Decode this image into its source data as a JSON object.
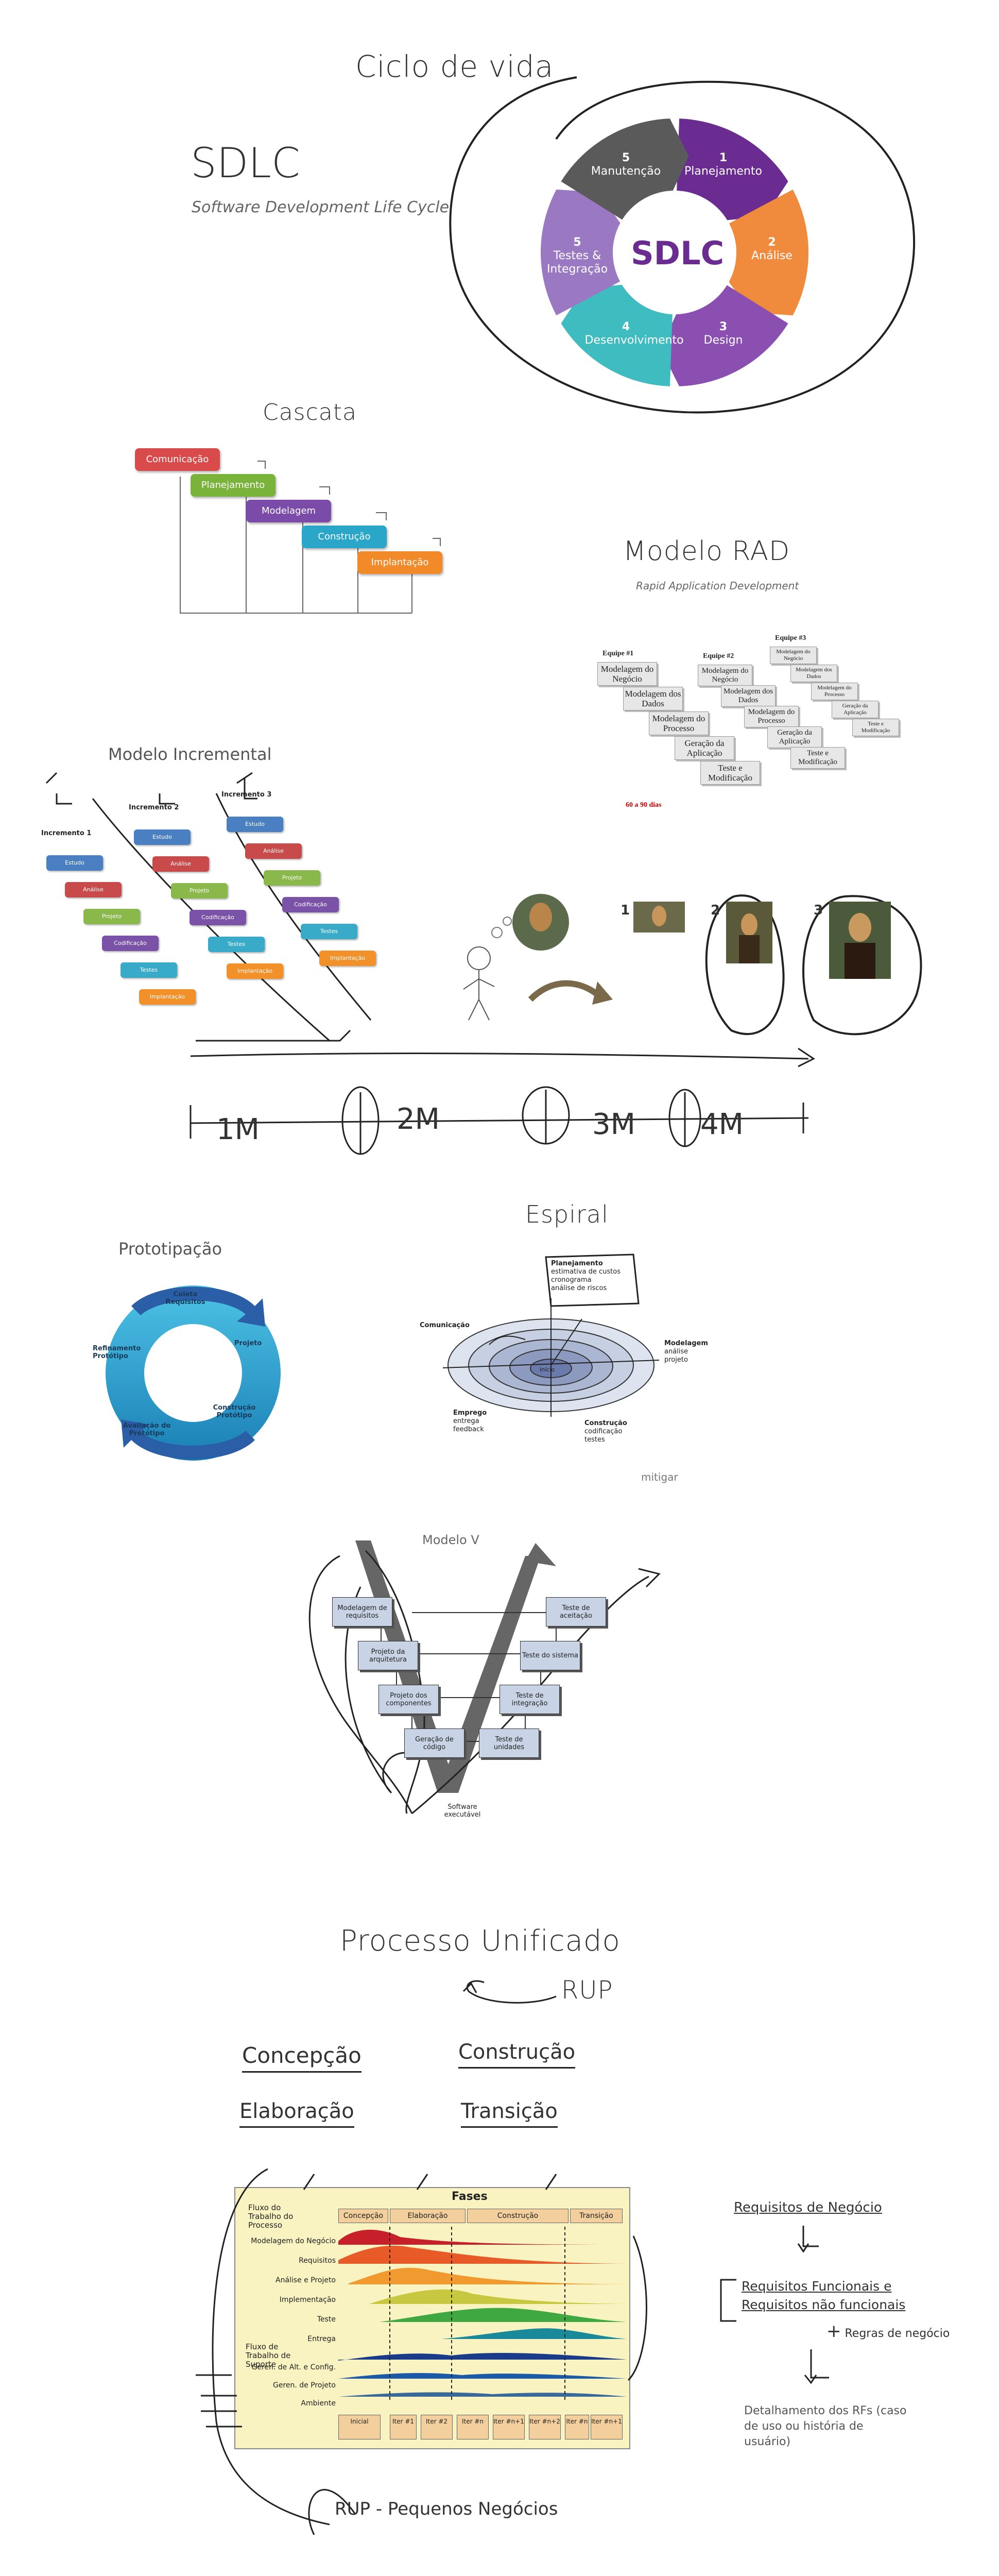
{
  "sdlc": {
    "cycle_title": "Ciclo de vida",
    "title": "SDLC",
    "subtitle": "Software Development Life Cycle",
    "center": "SDLC",
    "segments": [
      {
        "num": "1",
        "label": "Planejamento",
        "color": "#6a2c91"
      },
      {
        "num": "2",
        "label": "Análise",
        "color": "#f08a3c"
      },
      {
        "num": "3",
        "label": "Design",
        "color": "#8a4fb0"
      },
      {
        "num": "4",
        "label": "Desenvolvimento",
        "color": "#3fbcbf"
      },
      {
        "num": "5",
        "label": "Testes & Integração",
        "color": "#9a78c2"
      },
      {
        "num": "5",
        "label": "Manutenção",
        "color": "#5a5a5a"
      }
    ]
  },
  "cascata": {
    "title": "Cascata",
    "steps": [
      {
        "label": "Comunicação",
        "color": "#d94a4a"
      },
      {
        "label": "Planejamento",
        "color": "#7ab33a"
      },
      {
        "label": "Modelagem",
        "color": "#7a4ba8"
      },
      {
        "label": "Construção",
        "color": "#2aa6c9"
      },
      {
        "label": "Implantação",
        "color": "#f28a2a"
      }
    ]
  },
  "rad": {
    "title": "Modelo RAD",
    "subtitle": "Rapid Application Development",
    "teams": [
      "Equipe #1",
      "Equipe #2",
      "Equipe #3"
    ],
    "team1": [
      "Modelagem do Negócio",
      "Modelagem dos Dados",
      "Modelagem do Processo",
      "Geração da Aplicação",
      "Teste e Modificação"
    ],
    "team2": [
      "Modelagem do Negócio",
      "Modelagem dos Dados",
      "Modelagem do Processo",
      "Geração da Aplicação",
      "Teste e Modificação"
    ],
    "team3": [
      "Modelagem do Negócio",
      "Modelagem dos Dados",
      "Modelagem do Processo",
      "Geração da Aplicação",
      "Teste e Modificação"
    ],
    "duration": "60 a 90 dias"
  },
  "incremental": {
    "title": "Modelo Incremental",
    "headers": [
      "Incremento 1",
      "Incremento 2",
      "Incremento 3"
    ],
    "steps": [
      {
        "label": "Estudo",
        "color": "#4a7fc1"
      },
      {
        "label": "Análise",
        "color": "#c94a4a"
      },
      {
        "label": "Projeto",
        "color": "#8ab84a"
      },
      {
        "label": "Codificação",
        "color": "#7a52a8"
      },
      {
        "label": "Testes",
        "color": "#3aaac9"
      },
      {
        "label": "Implantação",
        "color": "#f2902a"
      }
    ],
    "stage_nums": [
      "1",
      "2",
      "3"
    ]
  },
  "timeline": {
    "labels": [
      "1M",
      "2M",
      "3M",
      "4M"
    ]
  },
  "prototipacao": {
    "title": "Prototipação",
    "labels": [
      "Coleta Requisitos",
      "Projeto",
      "Construção Protótipo",
      "Avaliação do Protótipo",
      "Refinamento Protótipo"
    ]
  },
  "espiral": {
    "title": "Espiral",
    "planejamento": {
      "title": "Planejamento",
      "lines": [
        "estimativa de custos",
        "cronograma",
        "análise de riscos"
      ]
    },
    "comunicacao": "Comunicação",
    "modelagem": {
      "title": "Modelagem",
      "lines": [
        "análise",
        "projeto"
      ]
    },
    "emprego": {
      "title": "Emprego",
      "lines": [
        "entrega",
        "feedback"
      ]
    },
    "construcao": {
      "title": "Construção",
      "lines": [
        "codificação",
        "testes"
      ]
    },
    "inicio": "Início",
    "note": "mitigar"
  },
  "modelo_v": {
    "title": "Modelo V",
    "left": [
      "Modelagem de requisitos",
      "Projeto da arquitetura",
      "Projeto dos componentes",
      "Geração de código"
    ],
    "right": [
      "Teste de aceitação",
      "Teste do sistema",
      "Teste de integração",
      "Teste de unidades"
    ],
    "bottom": "Software executável"
  },
  "rup": {
    "title": "Processo Unificado",
    "subtitle": "RUP",
    "phases_hand": [
      "Concepção",
      "Construção",
      "Elaboração",
      "Transição"
    ],
    "table_title": "Fases",
    "phases": [
      "Concepção",
      "Elaboração",
      "Construção",
      "Transição"
    ],
    "process_flow": "Fluxo do Trabalho do Processo",
    "rows": [
      "Modelagem do Negócio",
      "Requisitos",
      "Análise e Projeto",
      "Implementação",
      "Teste",
      "Entrega"
    ],
    "support_flow": "Fluxo de Trabalho de Suporte",
    "support_rows": [
      "Geren. de Alt. e Config.",
      "Geren. de Projeto",
      "Ambiente"
    ],
    "iterations": [
      "Inicial",
      "Iter #1",
      "Iter #2",
      "Iter #n",
      "Iter #n+1",
      "Iter #n+2",
      "Iter #n",
      "Iter #n+1"
    ],
    "bottom_note": "RUP - Pequenos Negócios",
    "right_notes": {
      "req_negocio": "Requisitos de Negócio",
      "req_func": "Requisitos Funcionais e Requisitos não funcionais",
      "regras": "Regras de negócio",
      "detalhamento": "Detalhamento dos RFs (caso de uso ou história de usuário)"
    }
  }
}
